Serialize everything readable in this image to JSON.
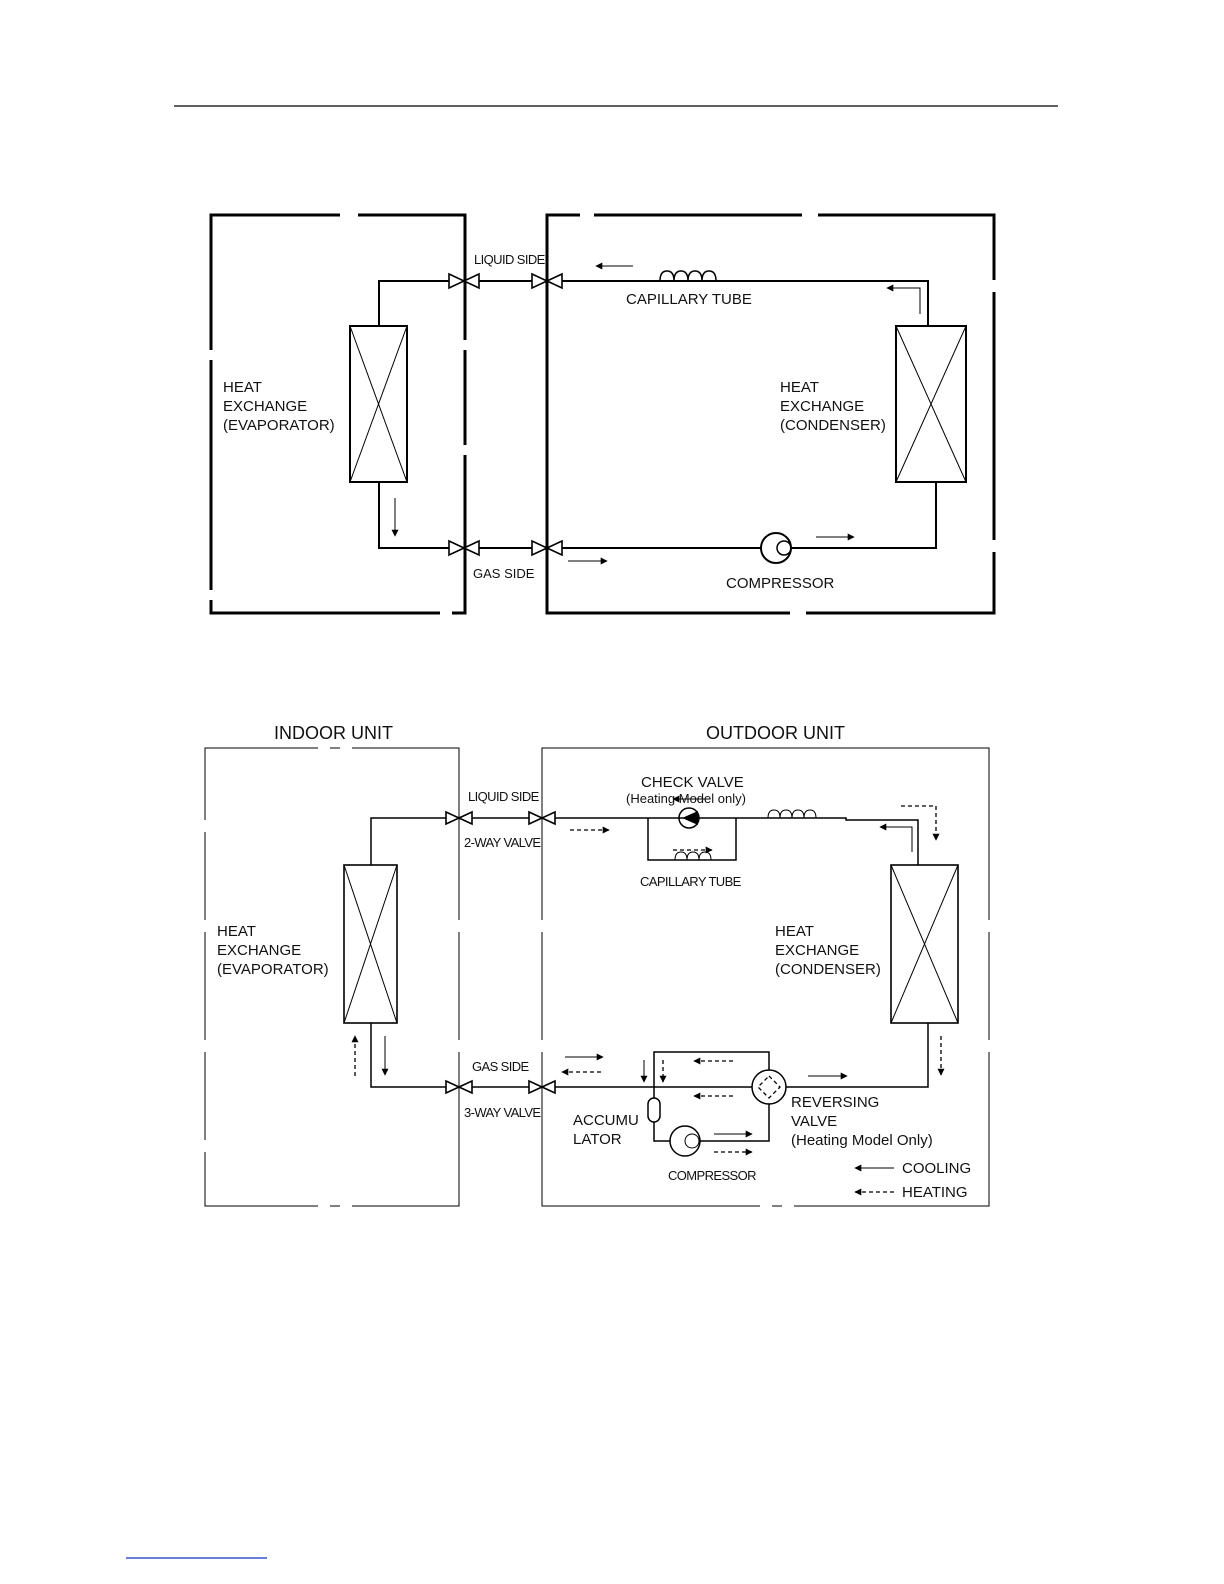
{
  "diagram_cooling": {
    "liquid_side": "LIQUID SIDE",
    "gas_side": "GAS SIDE",
    "capillary_tube": "CAPILLARY TUBE",
    "compressor": "COMPRESSOR",
    "evaporator": [
      "HEAT",
      "EXCHANGE",
      "(EVAPORATOR)"
    ],
    "condenser": [
      "HEAT",
      "EXCHANGE",
      "(CONDENSER)"
    ]
  },
  "diagram_heat_pump": {
    "indoor_unit": "INDOOR UNIT",
    "outdoor_unit": "OUTDOOR UNIT",
    "liquid_side": "LIQUID SIDE",
    "two_way_valve": "2-WAY VALVE",
    "gas_side": "GAS SIDE",
    "three_way_valve": "3-WAY VALVE",
    "check_valve": "CHECK VALVE",
    "check_valve_note": "(Heating Model only)",
    "capillary_tube": "CAPILLARY TUBE",
    "evaporator": [
      "HEAT",
      "EXCHANGE",
      "(EVAPORATOR)"
    ],
    "condenser": [
      "HEAT",
      "EXCHANGE",
      "(CONDENSER)"
    ],
    "accumulator": [
      "ACCUMU",
      "LATOR"
    ],
    "compressor": "COMPRESSOR",
    "reversing_valve": [
      "REVERSING",
      "VALVE",
      "(Heating Model Only)"
    ],
    "legend": {
      "cooling": "COOLING",
      "heating": "HEATING"
    }
  }
}
